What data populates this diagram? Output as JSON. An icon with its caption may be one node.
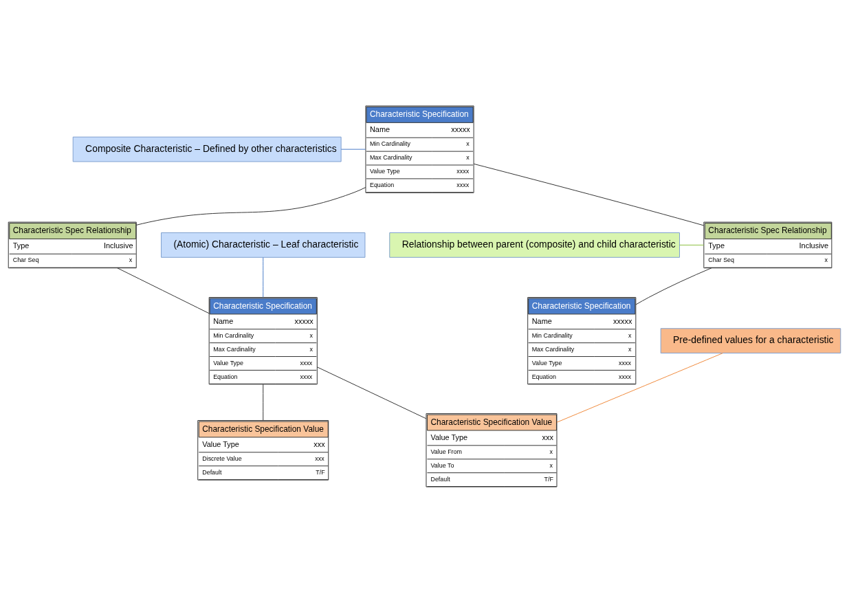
{
  "diagram": {
    "nodes": [
      {
        "text": [
          "Composite Characteristic – Defined by other characteristics"
        ]
      },
      {
        "text": [
          "Characteristic Specification",
          "Name",
          "xxxxx",
          "Min Cardinality",
          "x",
          "Max Cardinality",
          "x",
          "Value Type",
          "xxxx",
          "Equation",
          "xxxx"
        ]
      },
      {
        "text": [
          "(Atomic) Characteristic – Leaf characteristic"
        ]
      },
      {
        "text": [
          "Characteristic Spec Relationship",
          "Type",
          "Inclusive",
          "Char Seq",
          "x"
        ]
      },
      {
        "text": [
          "Characteristic Spec Relationship",
          "Type",
          "Inclusive",
          "Char Seq",
          "x"
        ]
      },
      {
        "text": [
          "Relationship between parent (composite) and child characteristic"
        ]
      },
      {
        "text": [
          "Characteristic Specification",
          "Name",
          "xxxxx",
          "Min Cardinality",
          "x",
          "Max Cardinality",
          "x",
          "Value Type",
          "xxxx",
          "Equation",
          "xxxx"
        ]
      },
      {
        "text": [
          "Characteristic Specification",
          "Name",
          "xxxxx",
          "Min Cardinality",
          "x",
          "Max Cardinality",
          "x",
          "Value Type",
          "xxxx",
          "Equation",
          "xxxx"
        ]
      },
      {
        "text": [
          "Characteristic Specification Value",
          "Value Type",
          "xxx",
          "Discrete Value",
          "xxx",
          "Default",
          "T/F"
        ]
      },
      {
        "text": [
          "Characteristic Specification Value",
          "Value Type",
          "xxx",
          "Value From",
          "x",
          "Value To",
          "x",
          "Default",
          "T/F"
        ]
      },
      {
        "text": [
          "Pre-defined values for a characteristic"
        ]
      }
    ],
    "edges": [
      {
        "from": 1,
        "to": 3,
        "arrow": "none"
      },
      {
        "from": 1,
        "to": 4,
        "arrow": "none"
      },
      {
        "from": 3,
        "to": 6,
        "arrow": "none"
      },
      {
        "from": 4,
        "to": 7,
        "arrow": "none"
      },
      {
        "from": 6,
        "to": 8,
        "arrow": "none"
      },
      {
        "from": 6,
        "to": 9,
        "arrow": "none"
      },
      {
        "from": 0,
        "to": 1,
        "arrow": "none",
        "color": "#4a7cc9"
      },
      {
        "from": 2,
        "to": 6,
        "arrow": "none",
        "color": "#4a7cc9"
      },
      {
        "from": 5,
        "to": 4,
        "arrow": "none",
        "color": "#8cbf3f"
      },
      {
        "from": 10,
        "to": 9,
        "arrow": "none",
        "color": "#f08a3c"
      }
    ]
  }
}
